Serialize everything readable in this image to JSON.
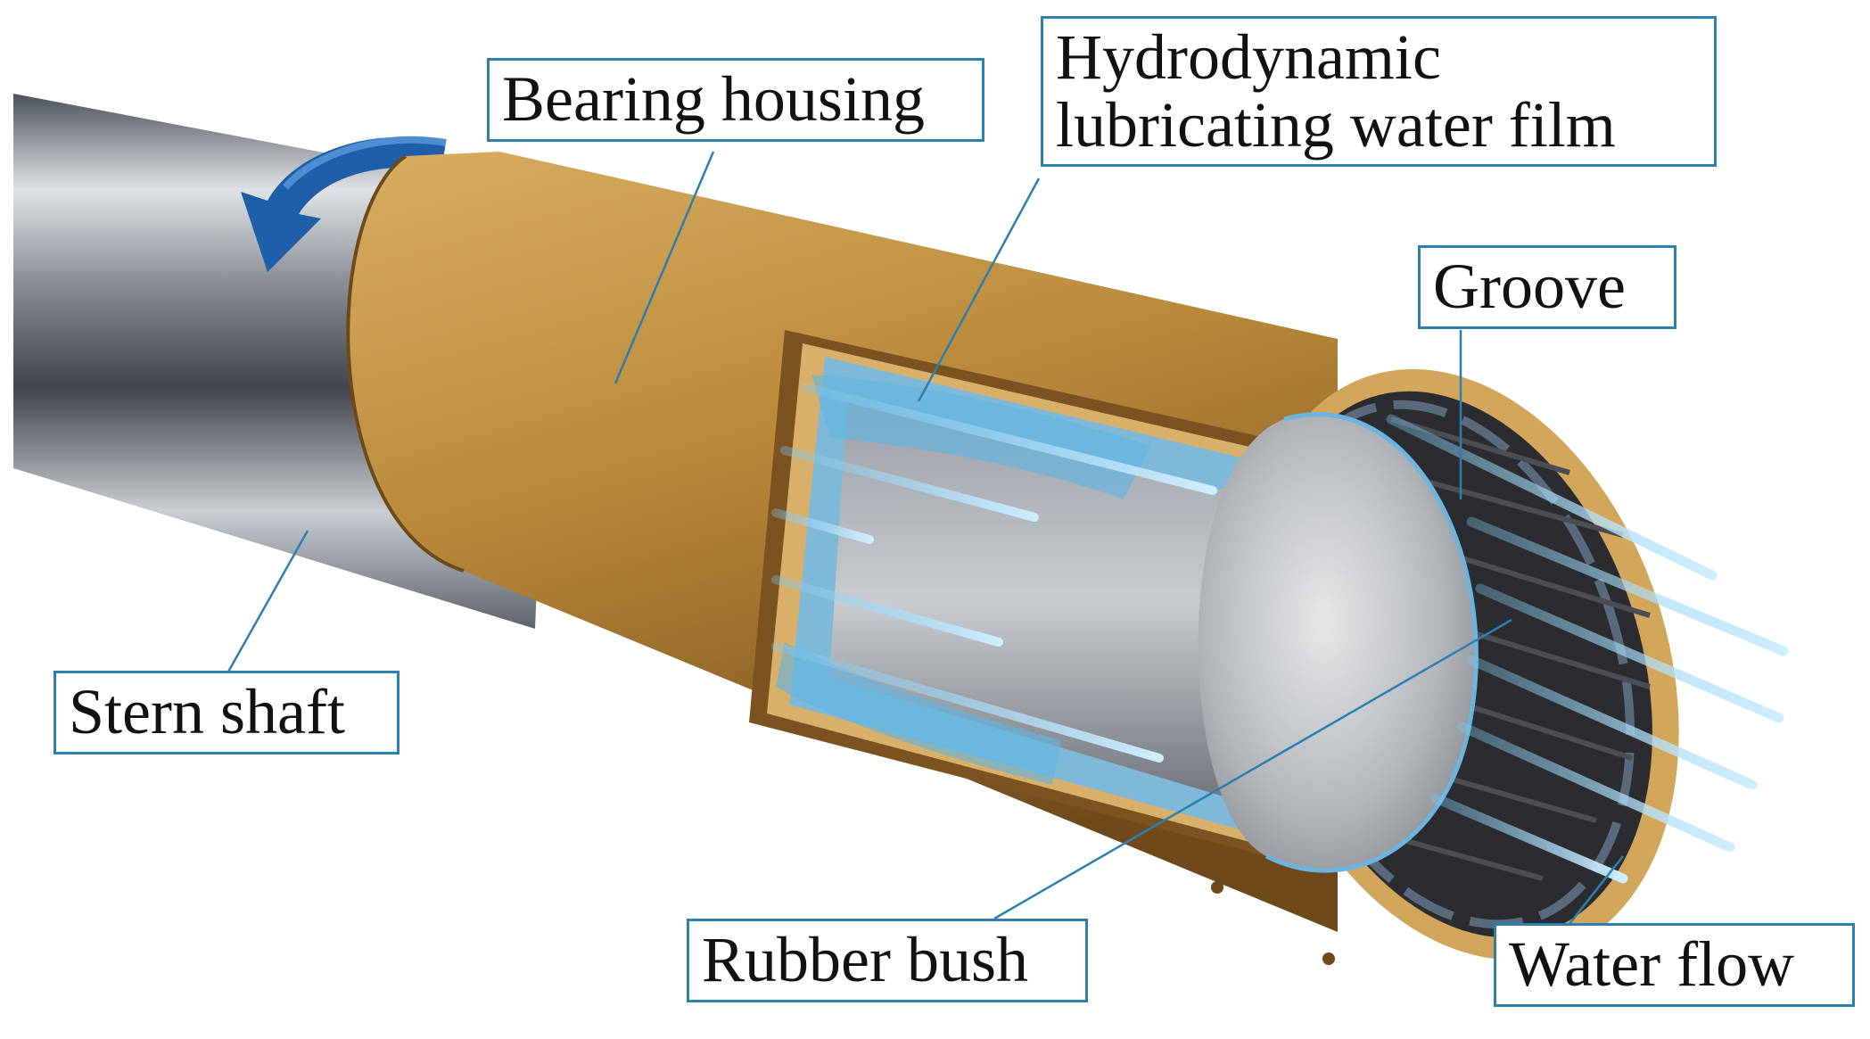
{
  "labels": {
    "bearing_housing": "Bearing housing",
    "water_film_line1": "Hydrodynamic",
    "water_film_line2": "lubricating water film",
    "groove": "Groove",
    "stern_shaft": "Stern shaft",
    "rubber_bush": "Rubber bush",
    "water_flow": "Water flow"
  },
  "colors": {
    "housing": "#b98a3a",
    "housing_dark": "#7a5320",
    "housing_light": "#d6ab5e",
    "shaft": "#9aa0a6",
    "water": "#5fb6e3",
    "rotation_arrow": "#1f5ea8",
    "leader_line": "#2f7fae",
    "rubber_bush": "#2a2c30"
  }
}
